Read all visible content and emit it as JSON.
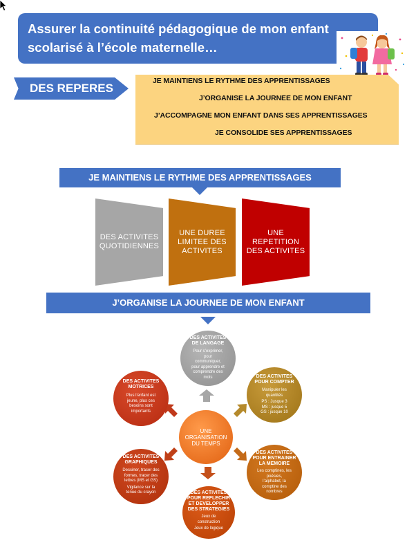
{
  "header": {
    "title_line1": "Assurer la continuité pédagogique de mon enfant",
    "title_line2": "scolarisé à l’école maternelle…"
  },
  "reperes": {
    "label": "DES REPERES",
    "items": [
      "JE MAINTIENS LE RYTHME DES APPRENTISSAGES",
      "J’ORGANISE LA JOURNEE DE MON ENFANT",
      "J’ACCOMPAGNE MON ENFANT DANS SES APPRENTISSAGES",
      "JE CONSOLIDE SES APPRENTISSAGES"
    ]
  },
  "section1": {
    "title": "JE MAINTIENS LE RYTHME DES APPRENTISSAGES",
    "blocks": [
      {
        "line1": "DES ACTIVITES",
        "line2": "QUOTIDIENNES",
        "line3": ""
      },
      {
        "line1": "UNE DUREE",
        "line2": "LIMITEE DES",
        "line3": "ACTIVITES"
      },
      {
        "line1": "UNE",
        "line2": "REPETITION",
        "line3": "DES ACTIVITES"
      }
    ]
  },
  "section2": {
    "title": "J’ORGANISE LA JOURNEE DE MON ENFANT",
    "center": {
      "line1": "UNE",
      "line2": "ORGANISATION",
      "line3": "DU TEMPS"
    },
    "top": {
      "title1": "DES ACTIVITES",
      "title2": "DE LANGAGE",
      "d1": "Pour s’exprimer,",
      "d2": "pour",
      "d3": "communiquer,",
      "d4": "pour apprendre et",
      "d5": "comprendre des",
      "d6": "mots"
    },
    "left_up": {
      "title1": "DES ACTIVITES",
      "title2": "MOTRICES",
      "d1": "Plus l’enfant est",
      "d2": "jeune, plus ces",
      "d3": "besoins sont",
      "d4": "importants"
    },
    "right_up": {
      "title1": "DES ACTIVITES",
      "title2": "POUR COMPTER",
      "d1": "Manipuler les",
      "d2": "quantités",
      "d3": "PS : Jusque 3",
      "d4": "MS : jusque 5",
      "d5": "GS : jusque 10"
    },
    "left_down": {
      "title1": "DES ACTIVITES",
      "title2": "GRAPHIQUES",
      "d1": "Dessiner, tracer des",
      "d2": "formes, tracer des",
      "d3": "lettres (MS et GS)",
      "d4": "Vigilance sur la",
      "d5": "tenue du crayon"
    },
    "right_down": {
      "title1": "DES ACTIVITES",
      "title2": "POUR ENTRAINER",
      "title3": "LA MEMOIRE",
      "d1": "Les comptines, les",
      "d2": "poésies,",
      "d3": "l’alphabet, la",
      "d4": "comptine des",
      "d5": "nombres"
    },
    "bottom": {
      "title1": "DES ACTIVITES",
      "title2": "POUR REFLECHIR",
      "title3": "ET DEVELOPPER",
      "title4": "DES STRATEGIES",
      "d1": "Jeux de",
      "d2": "construction",
      "d3": "Jeux de logique"
    }
  },
  "colors": {
    "blue": "#4472c4",
    "repere_bg": "#fcd480",
    "grey": "#a6a6a6",
    "brown": "#c0700f",
    "red": "#c00000",
    "orange": "#e9711c"
  },
  "icons": [
    "mouse-cursor-icon",
    "children-illustration"
  ]
}
